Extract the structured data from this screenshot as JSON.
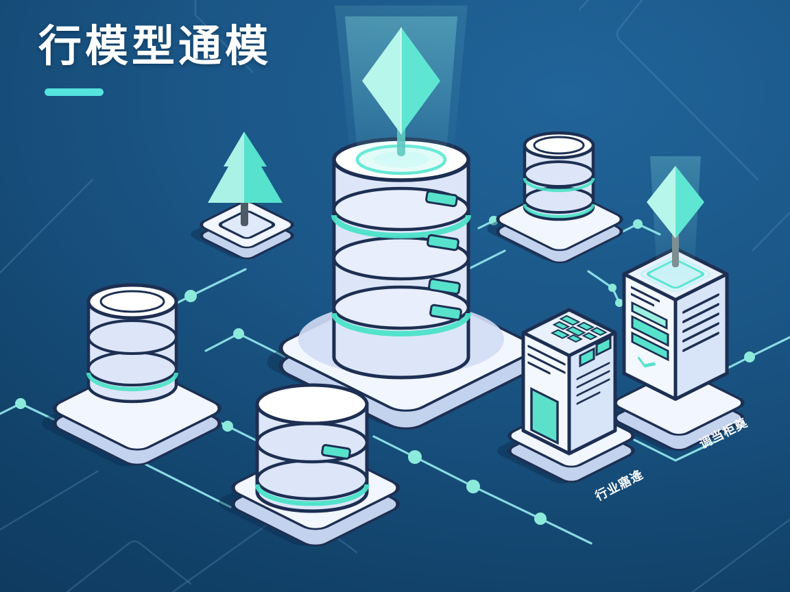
{
  "header": {
    "title": "行模型通模"
  },
  "platform_labels": {
    "building": "行业寤逄",
    "tower": "调当柜奠"
  },
  "palette": {
    "background_light": "#216499",
    "background_dark": "#0d3459",
    "outline_navy": "#1d2f52",
    "surface_white": "#ffffff",
    "surface_light_blue": "#dce6f8",
    "surface_shade_blue": "#c3d3ee",
    "accent_teal": "#57e2cc",
    "accent_teal_light": "#aef3e6",
    "circuit_line_cyan": "#8fe3e8",
    "circuit_dot_cyan": "#8ceadb",
    "title_underline_teal": "#55e3dd",
    "shadow_navy": "#0a2c4e"
  },
  "illustration": {
    "icons": [
      "database-stack-icon",
      "diamond-crystal-icon",
      "pine-tree-icon",
      "server-building-icon",
      "server-tower-icon",
      "circuit-network-lines",
      "isometric-platform"
    ]
  }
}
